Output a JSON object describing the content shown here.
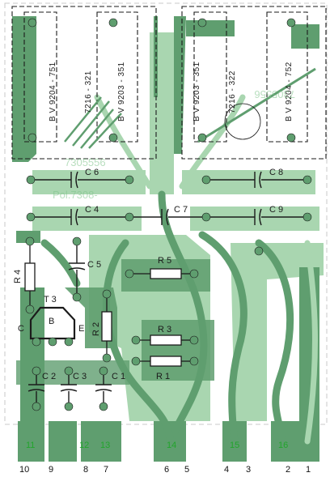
{
  "colors": {
    "trace_dark": "#5f9e6f",
    "trace_light": "#a9d6b0",
    "silkscreen": "#1b1b1b",
    "pad_label": "#22a52c",
    "background": "#ffffff"
  },
  "relays": [
    {
      "id": "relay-1",
      "part": "B V 9204 - 751"
    },
    {
      "id": "relay-2",
      "part": "7216 - 321"
    },
    {
      "id": "relay-3",
      "part": "B V 9203 - 351"
    },
    {
      "id": "relay-4",
      "part": "B V 9203 - 351"
    },
    {
      "id": "relay-5",
      "part": "7216 - 322"
    },
    {
      "id": "relay-6",
      "part": "B V 9204 - 752"
    }
  ],
  "ghost_text": [
    "7305556",
    "Pol.7308-",
    "7305556"
  ],
  "capacitors": [
    "C 6",
    "C 8",
    "C 4",
    "C 7",
    "C 9",
    "C 5",
    "C 2",
    "C 3",
    "C 1"
  ],
  "resistors": [
    "R 4",
    "R 5",
    "R 2",
    "R 3",
    "R 1"
  ],
  "transistor": {
    "name": "T 3",
    "pins": [
      "C",
      "B",
      "E"
    ]
  },
  "pad_labels": [
    "11",
    "12",
    "13",
    "14",
    "15",
    "16"
  ],
  "pin_numbers": [
    "10",
    "9",
    "8",
    "7",
    "6",
    "5",
    "4",
    "3",
    "2",
    "1"
  ]
}
